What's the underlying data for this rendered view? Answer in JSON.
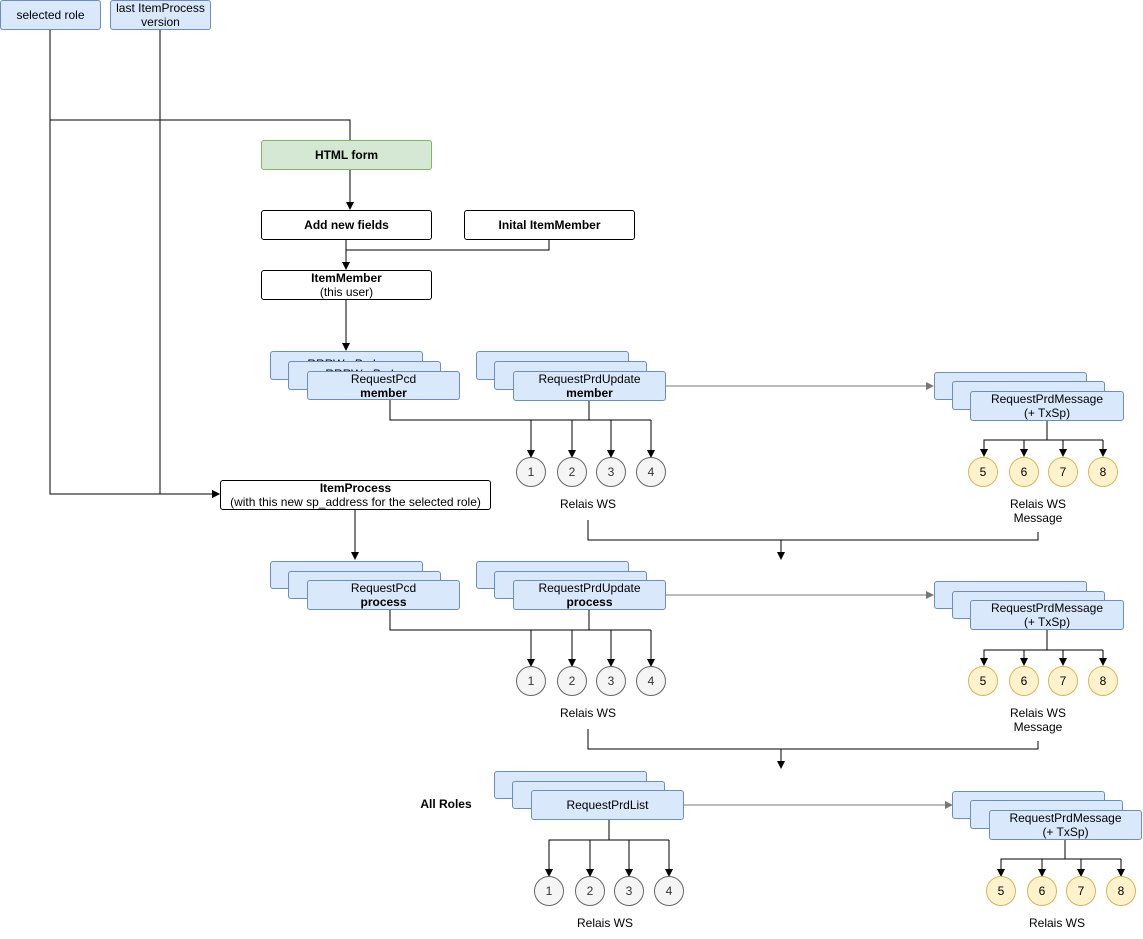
{
  "inputs": {
    "selected_role": "selected role",
    "last_item_process": "last ItemProcess version"
  },
  "html_form": "HTML form",
  "add_new_fields": "Add new fields",
  "initial_item_member": "Inital ItemMember",
  "item_member": {
    "title": "ItemMember",
    "subtitle": "(this user)"
  },
  "item_process": {
    "title": "ItemProcess",
    "subtitle": "(with this new sp_address for the selected role)"
  },
  "member_row": {
    "pcd": {
      "title": "RequestPcd",
      "subtitle": "member",
      "hidden_back": "RRRWorPcd...",
      "hidden_mid": "RRRWorPcd..."
    },
    "prd_update": {
      "title": "RequestPrdUpdate",
      "subtitle": "member"
    },
    "prd_message": {
      "title": "RequestPrdMessage",
      "subtitle": "(+ TxSp)"
    },
    "relais": [
      "1",
      "2",
      "3",
      "4"
    ],
    "relais_label": "Relais WS",
    "message_nodes": [
      "5",
      "6",
      "7",
      "8"
    ],
    "message_label_line1": "Relais WS",
    "message_label_line2": "Message"
  },
  "process_row": {
    "pcd": {
      "title": "RequestPcd",
      "subtitle": "process"
    },
    "prd_update": {
      "title": "RequestPrdUpdate",
      "subtitle": "process"
    },
    "prd_message": {
      "title": "RequestPrdMessage",
      "subtitle": "(+ TxSp)"
    },
    "relais": [
      "1",
      "2",
      "3",
      "4"
    ],
    "relais_label": "Relais WS",
    "message_nodes": [
      "5",
      "6",
      "7",
      "8"
    ],
    "message_label_line1": "Relais WS",
    "message_label_line2": "Message"
  },
  "all_roles_row": {
    "label": "All Roles",
    "prd_list": {
      "title": "RequestPrdList"
    },
    "prd_message": {
      "title": "RequestPrdMessage",
      "subtitle": "(+ TxSp)"
    },
    "relais": [
      "1",
      "2",
      "3",
      "4"
    ],
    "relais_label": "Relais WS",
    "message_nodes": [
      "5",
      "6",
      "7",
      "8"
    ],
    "message_label": "Relais WS"
  },
  "colors": {
    "blue_fill": "#dae8fc",
    "blue_stroke": "#6c8ebf",
    "green_fill": "#d5e8d4",
    "green_stroke": "#82b366",
    "gray_fill": "#f5f5f5",
    "gray_stroke": "#666666",
    "yellow_fill": "#fff2cc",
    "yellow_stroke": "#d6b656"
  }
}
